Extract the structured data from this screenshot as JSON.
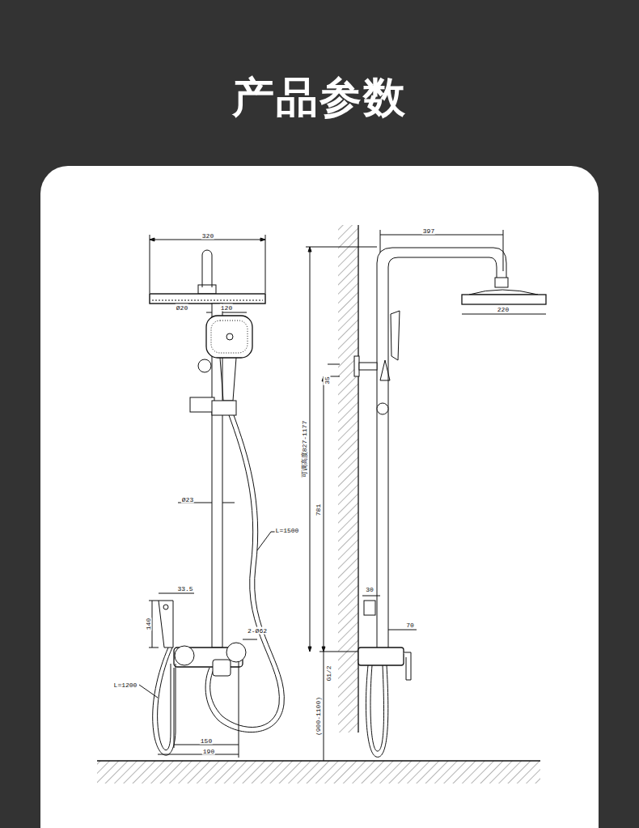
{
  "diagram": {
    "title": "产品参数",
    "labels": [
      "320",
      "Ø20",
      "120",
      "Ø23",
      "L=1500",
      "33.5",
      "140",
      "2-Ø62",
      "L=1200",
      "150",
      "190",
      "397",
      "220",
      "35",
      "可调高度827-1177",
      "781",
      "30",
      "70",
      "G1/2",
      "(900-1100)"
    ]
  }
}
